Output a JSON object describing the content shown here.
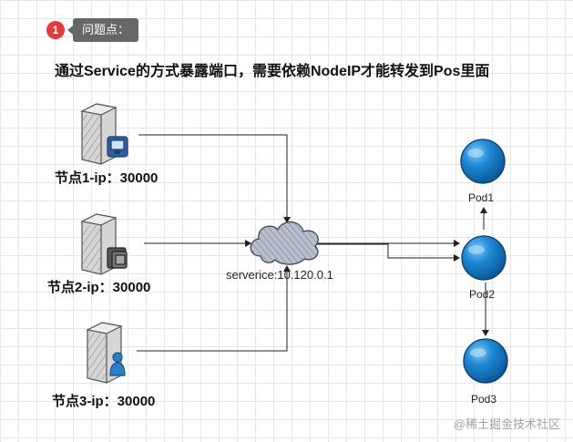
{
  "badge": {
    "number": "1"
  },
  "note": {
    "label": "问题点："
  },
  "headline": "通过Service的方式暴露端口，需要依赖NodeIP才能转发到Pos里面",
  "nodes": [
    {
      "label": "节点1-ip：30000",
      "icon": "server-monitor-icon"
    },
    {
      "label": "节点2-ip：30000",
      "icon": "server-copy-icon"
    },
    {
      "label": "节点3-ip：30000",
      "icon": "server-user-icon"
    }
  ],
  "service": {
    "label": "serverice:10.120.0.1",
    "icon": "cloud-icon"
  },
  "pods": [
    {
      "label": "Pod1",
      "icon": "sphere-icon"
    },
    {
      "label": "Pod2",
      "icon": "sphere-icon"
    },
    {
      "label": "Pod3",
      "icon": "sphere-icon"
    }
  ],
  "colors": {
    "pod_fill": "#1e88d2",
    "pod_dark": "#0d5a9c",
    "server": "#cfcfcf",
    "badge": "#e5393a",
    "note_bg": "#676767"
  },
  "watermark": "@稀土掘金技术社区"
}
